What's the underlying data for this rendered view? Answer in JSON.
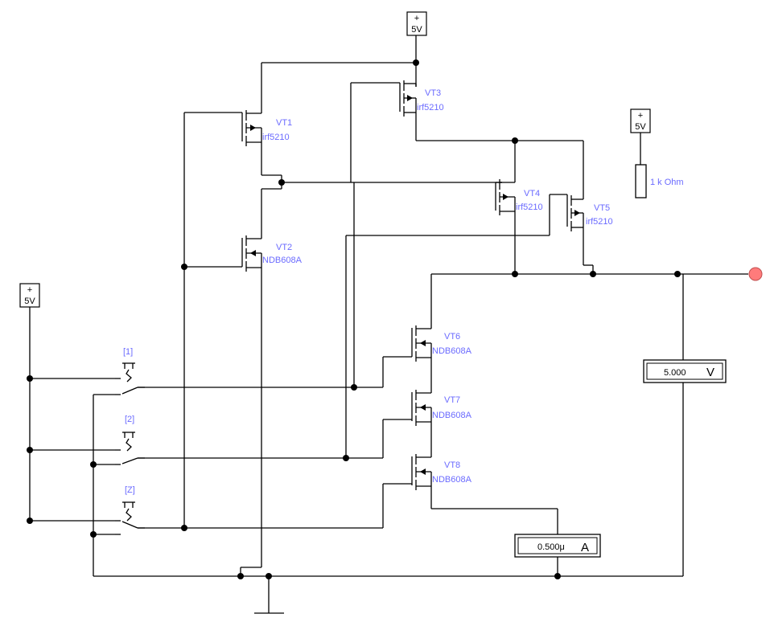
{
  "supply": {
    "plus": "+",
    "label": "5V"
  },
  "transistors": [
    {
      "name": "VT1",
      "model": "irf5210"
    },
    {
      "name": "VT2",
      "model": "NDB608A"
    },
    {
      "name": "VT3",
      "model": "irf5210"
    },
    {
      "name": "VT4",
      "model": "irf5210"
    },
    {
      "name": "VT5",
      "model": "irf5210"
    },
    {
      "name": "VT6",
      "model": "NDB608A"
    },
    {
      "name": "VT7",
      "model": "NDB608A"
    },
    {
      "name": "VT8",
      "model": "NDB608A"
    }
  ],
  "switches": [
    {
      "key": "[1]"
    },
    {
      "key": "[2]"
    },
    {
      "key": "[Z]"
    }
  ],
  "resistor": {
    "label": "1 k Ohm"
  },
  "voltmeter": {
    "value": "5.000",
    "unit": "V"
  },
  "ammeter": {
    "value": "0.500μ",
    "unit": "A"
  },
  "colors": {
    "wire": "#000000",
    "label": "#6b6bff",
    "probe": "#ff7b7b"
  }
}
